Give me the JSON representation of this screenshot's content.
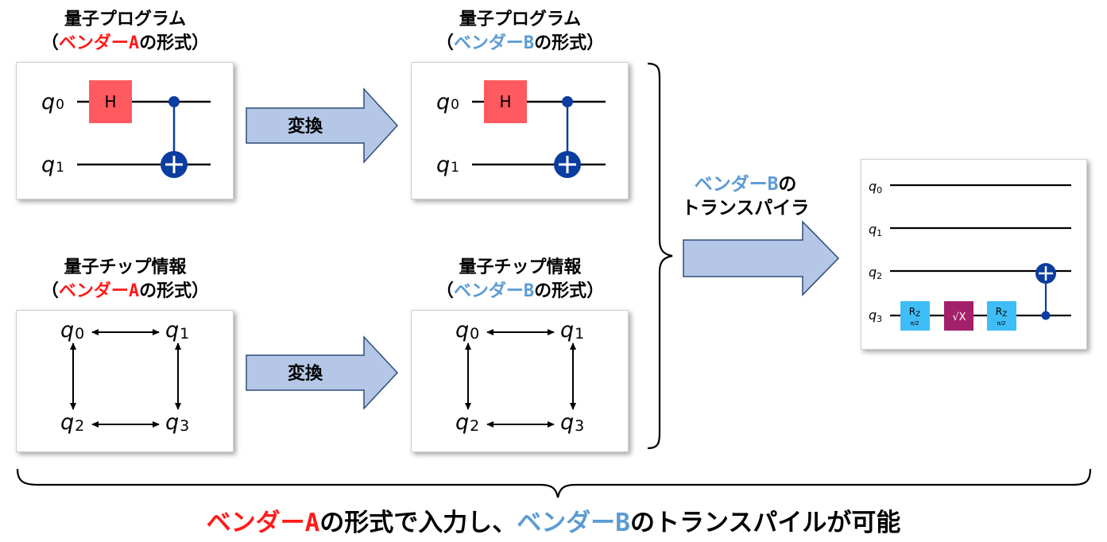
{
  "colors": {
    "vendor_a": "#ff1a1a",
    "vendor_b": "#5b9bd5",
    "h_gate": "#ff5a5f",
    "cnot": "#0b3ca0",
    "rz_gate": "#3fbdf7",
    "sx_gate": "#a3206a",
    "arrow_fill": "#b4c7e7",
    "arrow_stroke": "#2f4d7a"
  },
  "titles": {
    "program_a": {
      "line1": "量子プログラム",
      "open": "（",
      "vendor": "ベンダーA",
      "rest": "の形式）"
    },
    "program_b": {
      "line1": "量子プログラム",
      "open": "（",
      "vendor": "ベンダーB",
      "rest": "の形式）"
    },
    "chip_a": {
      "line1": "量子チップ情報",
      "open": "（",
      "vendor": "ベンダーA",
      "rest": "の形式）"
    },
    "chip_b": {
      "line1": "量子チップ情報",
      "open": "（",
      "vendor": "ベンダーB",
      "rest": "の形式）"
    }
  },
  "arrows": {
    "convert_top": "変換",
    "convert_bottom": "変換"
  },
  "transpiler_label": {
    "vendor": "ベンダーB",
    "suffix": "の",
    "line2": "トランスパイラ"
  },
  "circuit_2q": {
    "qubits": [
      {
        "base": "q",
        "sub": "0"
      },
      {
        "base": "q",
        "sub": "1"
      }
    ],
    "h_gate": "H"
  },
  "chip": {
    "qubits": [
      {
        "base": "q",
        "sub": "0"
      },
      {
        "base": "q",
        "sub": "1"
      },
      {
        "base": "q",
        "sub": "2"
      },
      {
        "base": "q",
        "sub": "3"
      }
    ]
  },
  "transpiled": {
    "qubits": [
      {
        "base": "q",
        "sub": "0"
      },
      {
        "base": "q",
        "sub": "1"
      },
      {
        "base": "q",
        "sub": "2"
      },
      {
        "base": "q",
        "sub": "3"
      }
    ],
    "rz_label": "R",
    "rz_sub": "Z",
    "rz_param": "π/2",
    "sx_label": "√X"
  },
  "caption": {
    "vendor_a": "ベンダーA",
    "middle": "の形式で入力し、",
    "vendor_b": "ベンダーB",
    "end": "のトランスパイルが可能"
  }
}
